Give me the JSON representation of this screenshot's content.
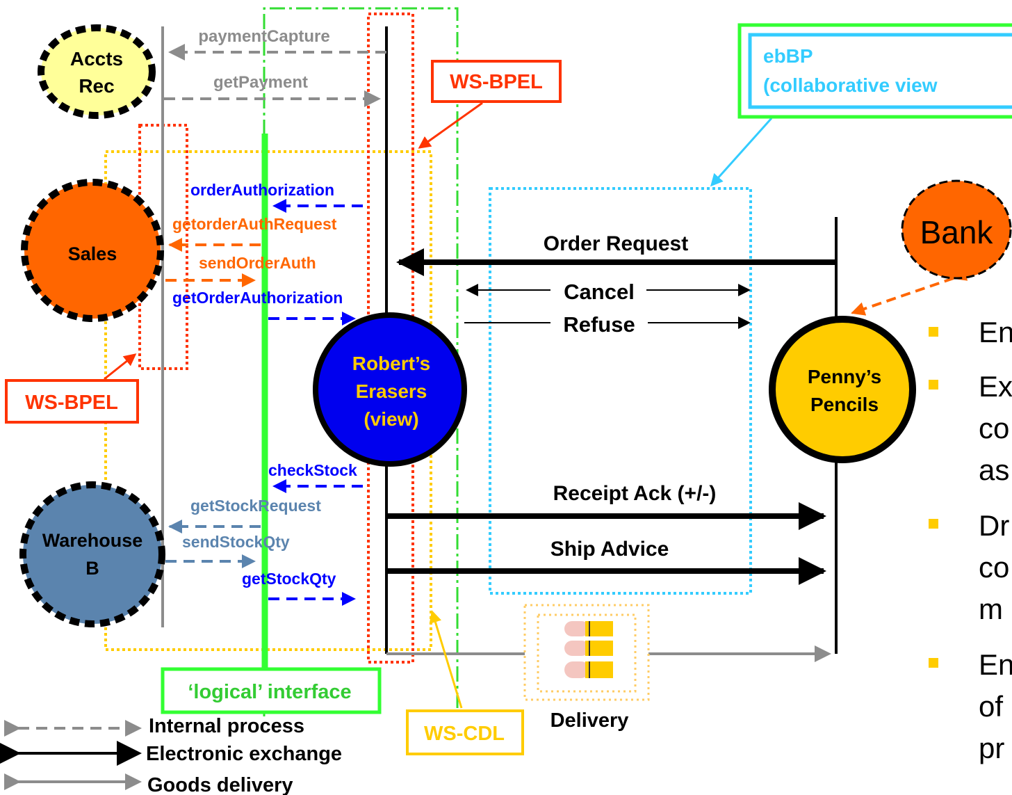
{
  "colors": {
    "dark_orange": "#ff6600",
    "red": "#ff3300",
    "yellow": "#ffcc00",
    "light_yellow": "#ffff99",
    "blue": "#0000ff",
    "steel_blue": "#5b84ae",
    "green": "#33ff33",
    "sky_blue": "#33ccff",
    "gray": "#8c8c8c",
    "black": "#000000",
    "bullet": "#ffcc00"
  },
  "participants": {
    "accts_rec": [
      "Accts",
      "Rec"
    ],
    "sales": "Sales",
    "warehouse": [
      "Warehouse",
      "B"
    ],
    "roberts": [
      "Robert’s",
      "Erasers",
      "(view)"
    ],
    "pennys": [
      "Penny’s",
      "Pencils"
    ],
    "bank": "Bank"
  },
  "internal_messages": {
    "payment_capture": "paymentCapture",
    "get_payment": "getPayment",
    "order_authorization": "orderAuthorization",
    "get_order_auth_request": "getorderAuthRequest",
    "send_order_auth": "sendOrderAuth",
    "get_order_authorization": "getOrderAuthorization",
    "check_stock": "checkStock",
    "get_stock_request": "getStockRequest",
    "send_stock_qty": "sendStockQty",
    "get_stock_qty": "getStockQty"
  },
  "collab_messages": {
    "order_request": "Order Request",
    "cancel": "Cancel",
    "refuse": "Refuse",
    "receipt_ack": "Receipt Ack (+/-)",
    "ship_advice": "Ship Advice"
  },
  "callouts": {
    "ws_bpel_top": "WS-BPEL",
    "ws_bpel_left": "WS-BPEL",
    "ebbp_line1": "ebBP",
    "ebbp_line2": "(collaborative view",
    "logical_interface": "‘logical’ interface",
    "ws_cdl": "WS-CDL",
    "delivery": "Delivery"
  },
  "legend": {
    "internal": "Internal process",
    "electronic": "Electronic exchange",
    "goods": "Goods delivery"
  },
  "bullets": [
    [
      "En"
    ],
    [
      "Ex",
      "co",
      "as"
    ],
    [
      "Dr",
      "co",
      "m"
    ],
    [
      "En",
      "of",
      "pr"
    ]
  ]
}
